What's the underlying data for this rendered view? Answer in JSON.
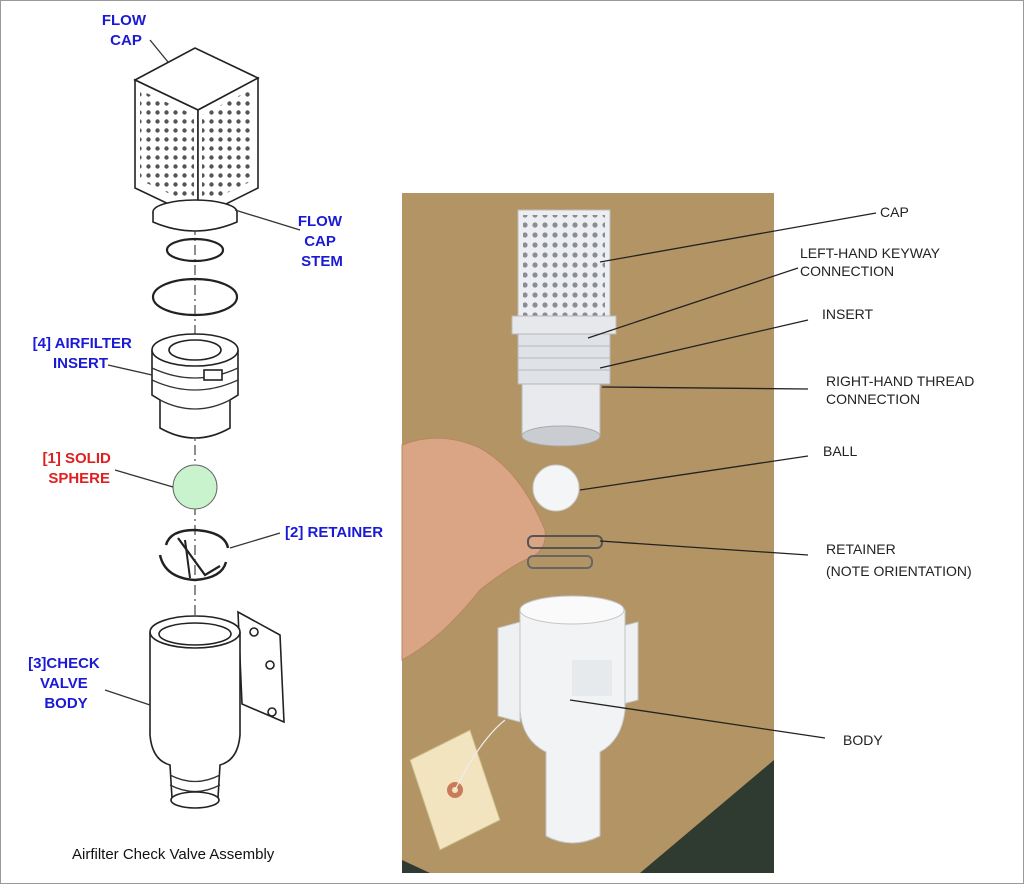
{
  "left_diagram": {
    "caption": "Airfilter Check Valve Assembly",
    "labels": {
      "flow_cap": [
        "FLOW",
        "CAP"
      ],
      "flow_cap_stem": [
        "FLOW",
        "CAP",
        "STEM"
      ],
      "airfilter_insert": [
        "[4] AIRFILTER",
        "INSERT"
      ],
      "solid_sphere": [
        "[1] SOLID",
        "SPHERE"
      ],
      "retainer": "[2] RETAINER",
      "check_valve_body": [
        "[3]CHECK",
        "VALVE",
        "BODY"
      ]
    },
    "colors": {
      "label_blue": "#1a1ad6",
      "label_red": "#e02020",
      "sphere": "#c9f3cc"
    }
  },
  "photo": {
    "labels": {
      "cap": "CAP",
      "left_hand_keyway": [
        "LEFT-HAND KEYWAY",
        "CONNECTION"
      ],
      "insert": "INSERT",
      "right_hand_thread": [
        "RIGHT-HAND THREAD",
        "CONNECTION"
      ],
      "ball": "BALL",
      "retainer": [
        "RETAINER",
        "(NOTE ORIENTATION)"
      ],
      "body": "BODY"
    }
  }
}
